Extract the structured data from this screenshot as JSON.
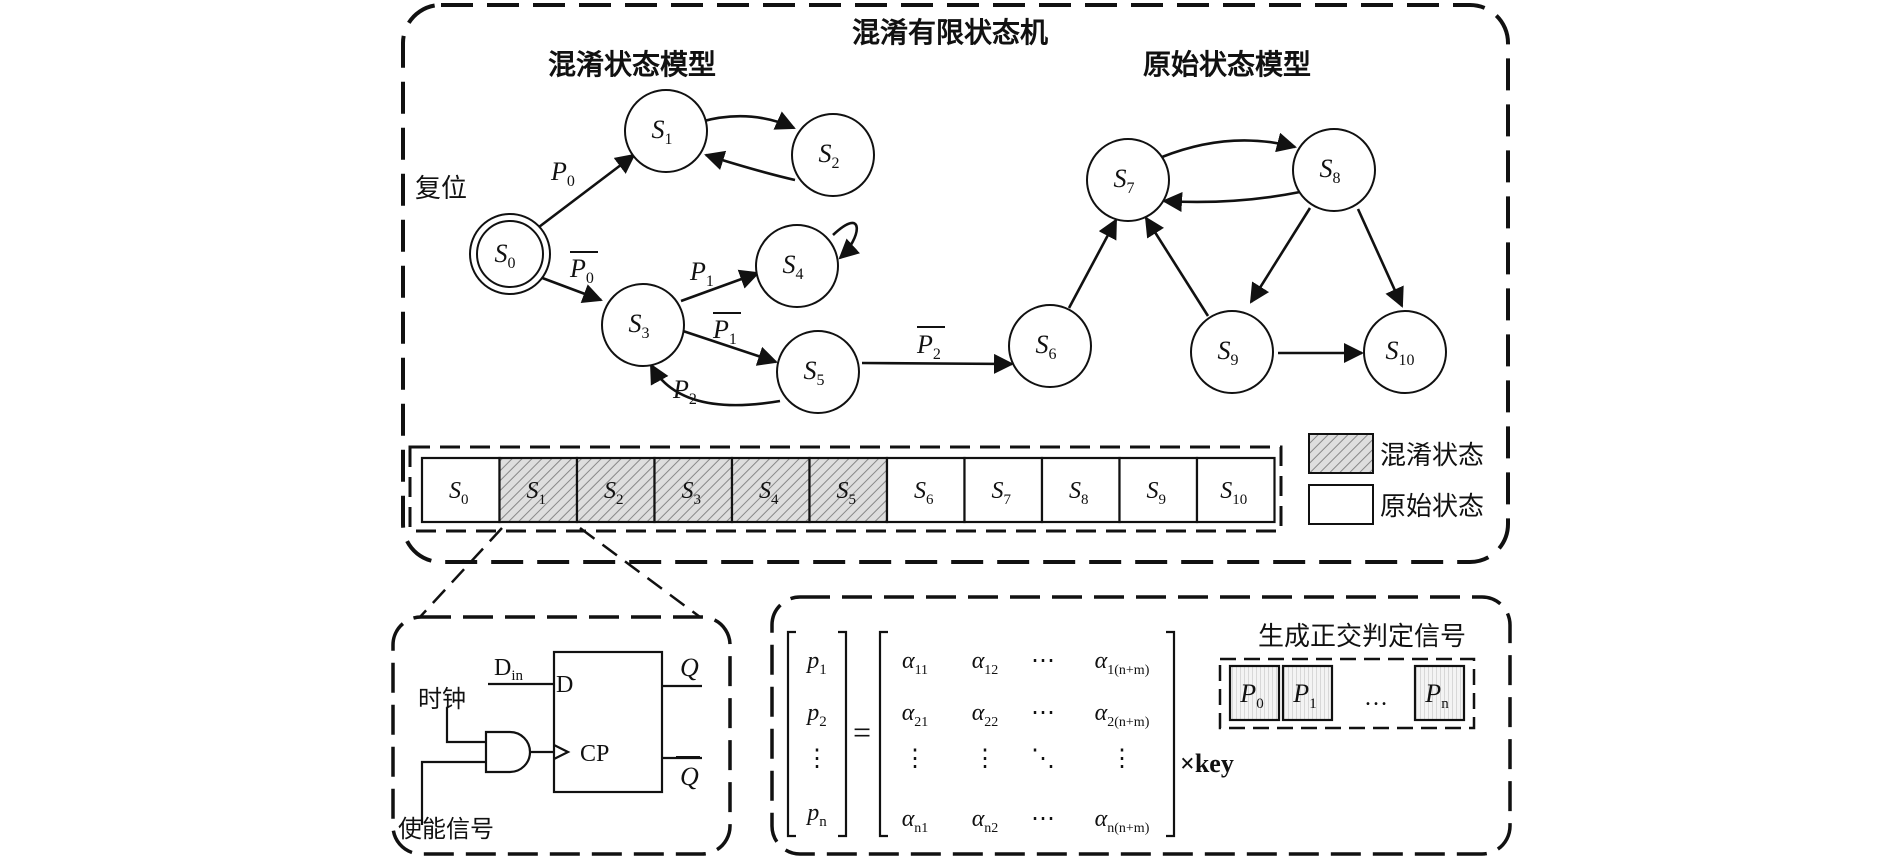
{
  "top_panel": {
    "title": "混淆有限状态机"
  },
  "obfuscated_model": {
    "title": "混淆状态模型"
  },
  "original_model": {
    "title": "原始状态模型"
  },
  "reset_label": "复位",
  "states": [
    "S0",
    "S1",
    "S2",
    "S3",
    "S4",
    "S5",
    "S6",
    "S7",
    "S8",
    "S9",
    "S10"
  ],
  "edge_labels": {
    "p0": "P0",
    "p0bar": "P0",
    "p1": "P1",
    "p1bar": "P1",
    "p2": "P2",
    "p2bar": "P2"
  },
  "register": {
    "cells": [
      {
        "label": "S0",
        "type": "original"
      },
      {
        "label": "S1",
        "type": "obfuscated"
      },
      {
        "label": "S2",
        "type": "obfuscated"
      },
      {
        "label": "S3",
        "type": "obfuscated"
      },
      {
        "label": "S4",
        "type": "obfuscated"
      },
      {
        "label": "S5",
        "type": "obfuscated"
      },
      {
        "label": "S6",
        "type": "original"
      },
      {
        "label": "S7",
        "type": "original"
      },
      {
        "label": "S8",
        "type": "original"
      },
      {
        "label": "S9",
        "type": "original"
      },
      {
        "label": "S10",
        "type": "original"
      }
    ]
  },
  "legend": {
    "obfuscated": "混淆状态",
    "original": "原始状态"
  },
  "flipflop": {
    "din": "D",
    "din_sub": "in",
    "d": "D",
    "cp": "CP",
    "q": "Q",
    "qbar": "Q",
    "clock_label": "时钟",
    "enable_label": "使能信号"
  },
  "matrix": {
    "p_vector": [
      "p1",
      "p2",
      "⋮",
      "pn"
    ],
    "equals": "=",
    "rows": [
      [
        "α11",
        "α12",
        "⋯",
        "α1(n+m)"
      ],
      [
        "α21",
        "α22",
        "⋯",
        "α2(n+m)"
      ],
      [
        "⋮",
        "⋮",
        "⋱",
        "⋮"
      ],
      [
        "αn1",
        "αn2",
        "⋯",
        "αn(n+m)"
      ]
    ],
    "times_key": "×key"
  },
  "signals": {
    "title": "生成正交判定信号",
    "cells": [
      "P0",
      "P1",
      "…",
      "Pn"
    ]
  }
}
